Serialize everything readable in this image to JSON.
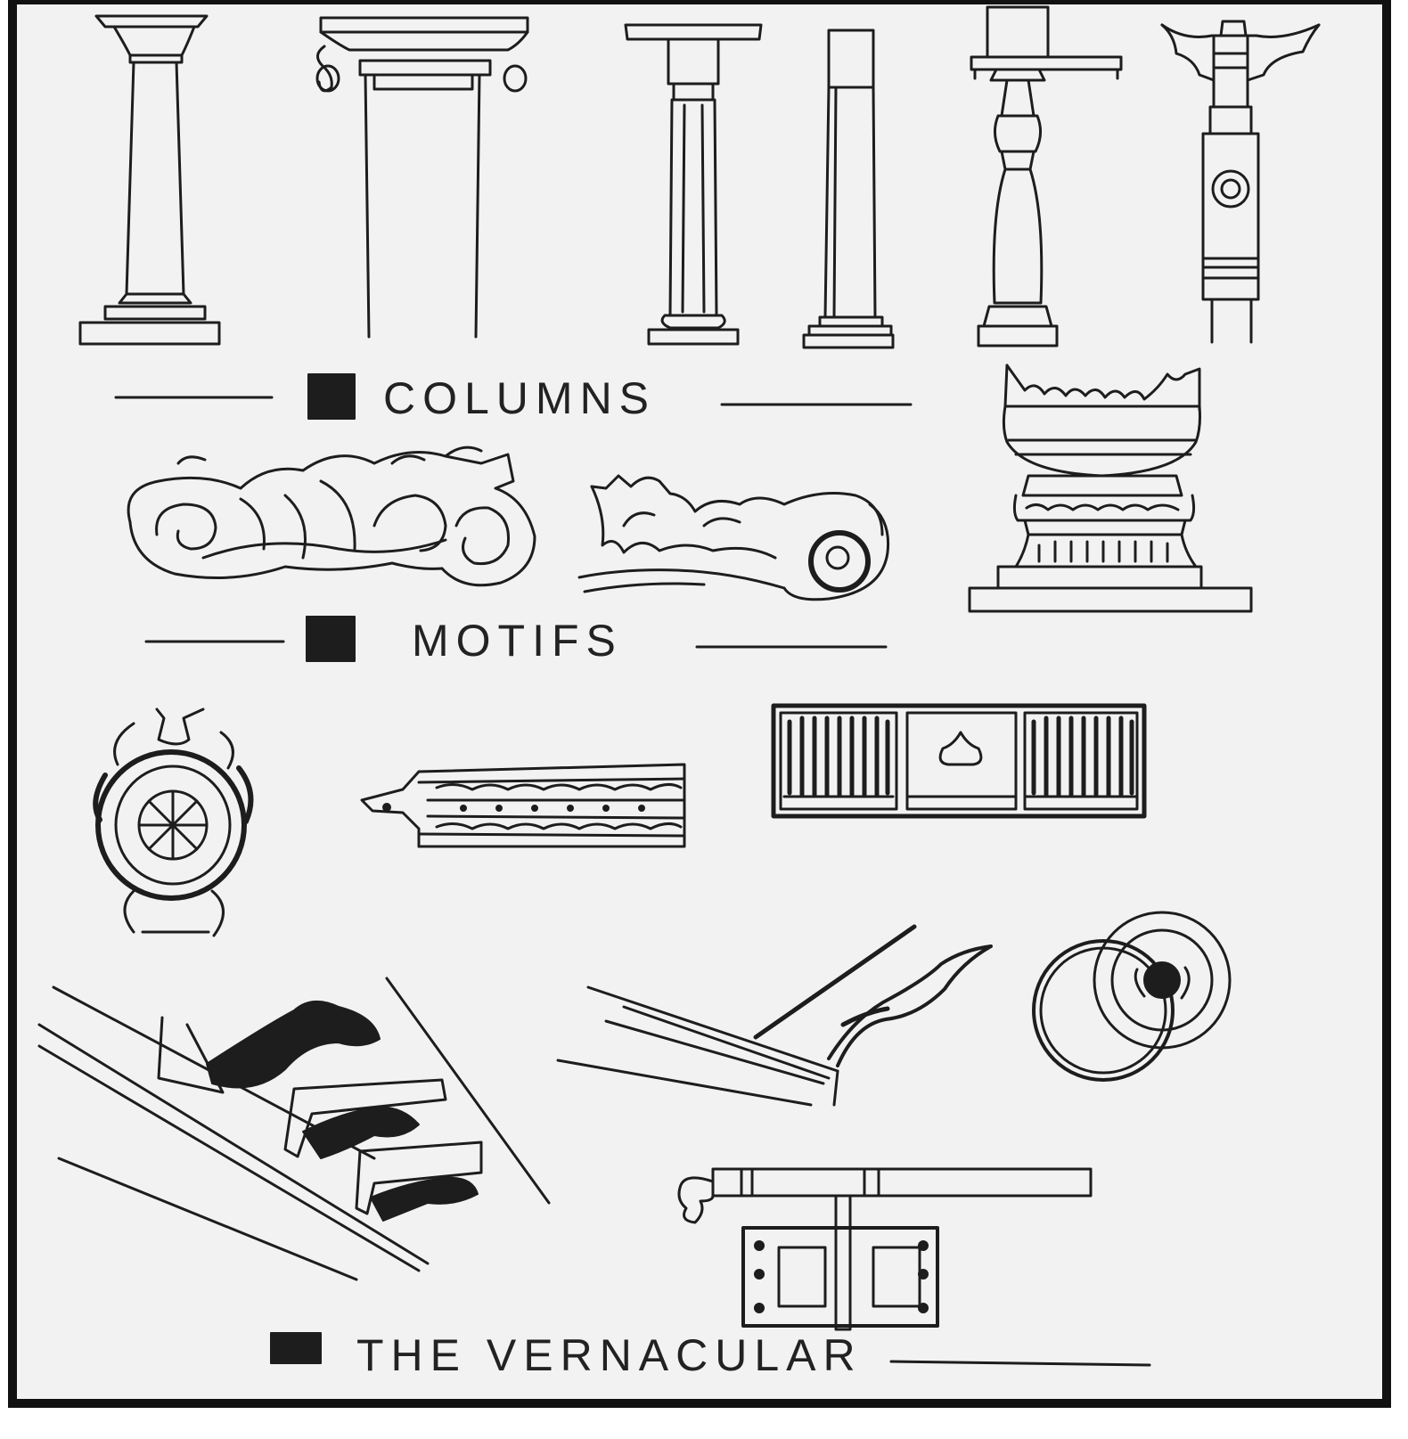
{
  "sections": {
    "columns": {
      "label": "COLUMNS"
    },
    "motifs": {
      "label": "MOTIFS"
    },
    "vernacular": {
      "label": "THE VERNACULAR"
    }
  },
  "colors": {
    "ink": "#1d1d1d",
    "paper": "#f2f2f2",
    "frame": "#111111"
  }
}
